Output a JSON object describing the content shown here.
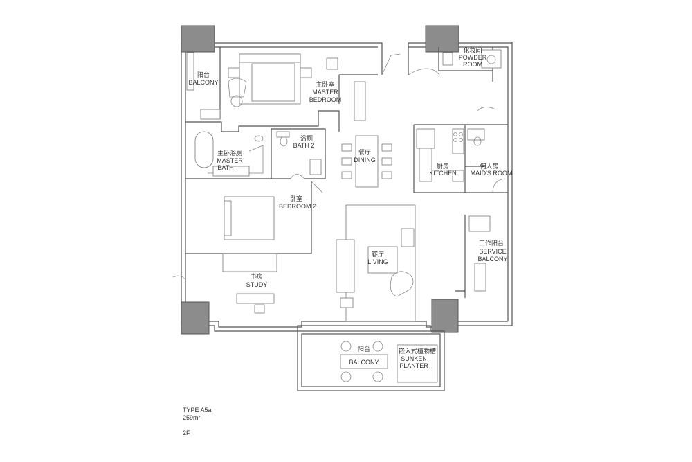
{
  "rooms": {
    "balcony_west": {
      "cn": "阳台",
      "en": "BALCONY"
    },
    "master_bedroom": {
      "cn": "主卧室",
      "en1": "MASTER",
      "en2": "BEDROOM"
    },
    "powder_room": {
      "cn": "化妆间",
      "en1": "POWDER",
      "en2": "ROOM"
    },
    "master_bath": {
      "cn": "主卧浴厕",
      "en1": "MASTER",
      "en2": "BATH"
    },
    "bath2": {
      "cn": "浴厕",
      "en": "BATH 2"
    },
    "dining": {
      "cn": "餐厅",
      "en": "DINING"
    },
    "kitchen": {
      "cn": "厨房",
      "en": "KITCHEN"
    },
    "maids_room": {
      "cn": "佣人房",
      "en": "MAID'S ROOM"
    },
    "bedroom2": {
      "cn": "卧室",
      "en": "BEDROOM 2"
    },
    "living": {
      "cn": "客厅",
      "en": "LIVING"
    },
    "service_balcony": {
      "cn": "工作阳台",
      "en1": "SERVICE",
      "en2": "BALCONY"
    },
    "study": {
      "cn": "书房",
      "en": "STUDY"
    },
    "balcony_south": {
      "cn": "阳台",
      "en": "BALCONY"
    },
    "sunken_planter": {
      "cn": "嵌入式植物槽",
      "en1": "SUNKEN",
      "en2": "PLANTER"
    }
  },
  "info": {
    "type": "TYPE A5a",
    "area": "259m²",
    "floor": "2F"
  }
}
